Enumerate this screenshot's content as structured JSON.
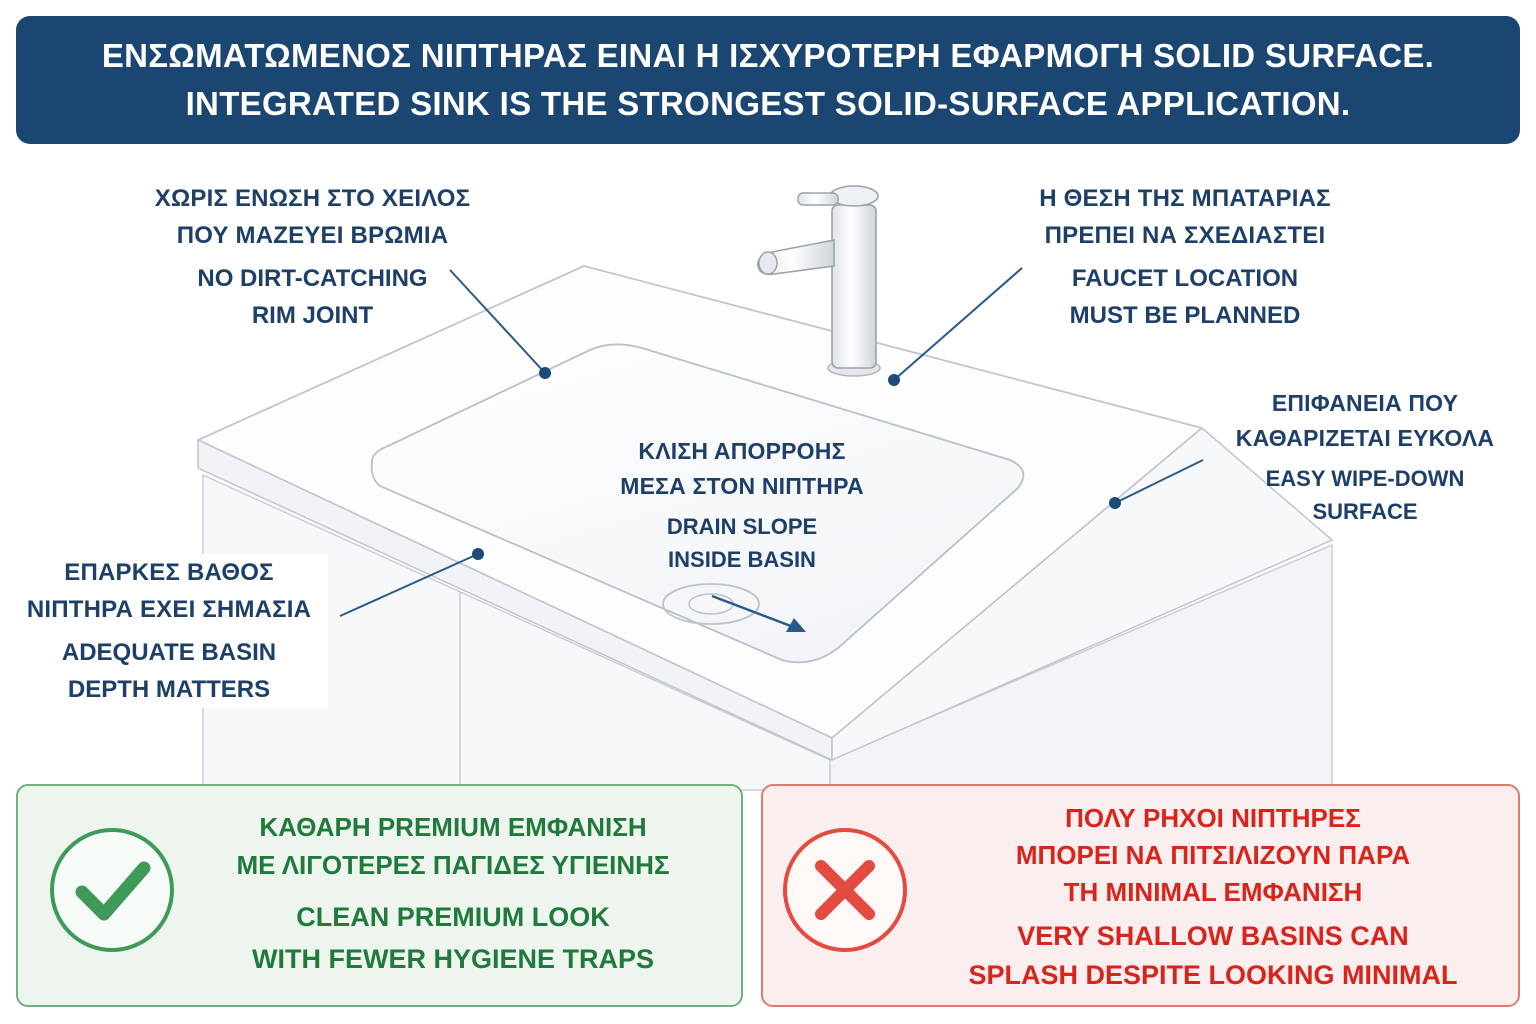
{
  "header": {
    "line_el": "ΕΝΣΩΜΑΤΩΜΕΝΟΣ ΝΙΠΤΗΡΑΣ ΕΙΝΑΙ Η ΙΣΧΥΡΟΤΕΡΗ ΕΦΑΡΜΟΓΗ SOLID SURFACE.",
    "line_en": "INTEGRATED SINK IS THE STRONGEST SOLID-SURFACE APPLICATION."
  },
  "callouts": {
    "rim": {
      "el": [
        "ΧΩΡΙΣ ΕΝΩΣΗ ΣΤΟ ΧΕΙΛΟΣ",
        "ΠΟΥ ΜΑΖΕΥΕΙ ΒΡΩΜΙΑ"
      ],
      "en": [
        "NO DIRT-CATCHING",
        "RIM JOINT"
      ]
    },
    "faucet": {
      "el": [
        "Η ΘΕΣΗ ΤΗΣ ΜΠΑΤΑΡΙΑΣ",
        "ΠΡΕΠΕΙ ΝΑ ΣΧΕΔΙΑΣΤΕΙ"
      ],
      "en": [
        "FAUCET LOCATION",
        "MUST BE PLANNED"
      ]
    },
    "surface": {
      "el": [
        "ΕΠΙΦΑΝΕΙΑ ΠΟΥ",
        "ΚΑΘΑΡΙΖΕΤΑΙ ΕΥΚΟΛΑ"
      ],
      "en": [
        "EASY WIPE-DOWN",
        "SURFACE"
      ]
    },
    "drain": {
      "el": [
        "ΚΛΙΣΗ ΑΠΟΡΡΟΗΣ",
        "ΜΕΣΑ ΣΤΟΝ ΝΙΠΤΗΡΑ"
      ],
      "en": [
        "DRAIN SLOPE",
        "INSIDE BASIN"
      ]
    },
    "depth": {
      "el": [
        "ΕΠΑΡΚΕΣ ΒΑΘΟΣ",
        "ΝΙΠΤΗΡΑ ΕΧΕΙ ΣΗΜΑΣΙΑ"
      ],
      "en": [
        "ADEQUATE BASIN",
        "DEPTH MATTERS"
      ]
    }
  },
  "panels": {
    "good": {
      "el": [
        "ΚΑΘΑΡΗ PREMIUM ΕΜΦΑΝΙΣΗ",
        "ΜΕ ΛΙΓΟΤΕΡΕΣ ΠΑΓΙΔΕΣ ΥΓΙΕΙΝΗΣ"
      ],
      "en": [
        "CLEAN PREMIUM LOOK",
        "WITH FEWER HYGIENE TRAPS"
      ],
      "icon": "checkmark-icon",
      "color": "#1f7a3b"
    },
    "bad": {
      "el": [
        "ΠΟΛΥ ΡΗΧΟΙ ΝΙΠΤΗΡΕΣ",
        "ΜΠΟΡΕΙ ΝΑ ΠΙΤΣΙΛΙΖΟΥΝ ΠΑΡΑ",
        "ΤΗ MINIMAL ΕΜΦΑΝΙΣΗ"
      ],
      "en": [
        "VERY SHALLOW BASINS CAN",
        "SPLASH DESPITE LOOKING MINIMAL"
      ],
      "icon": "cross-icon",
      "color": "#d9241b"
    }
  },
  "colors": {
    "banner": "#1c4672",
    "callout_text": "#1d3f68",
    "leader_line": "#2a5a8a"
  }
}
